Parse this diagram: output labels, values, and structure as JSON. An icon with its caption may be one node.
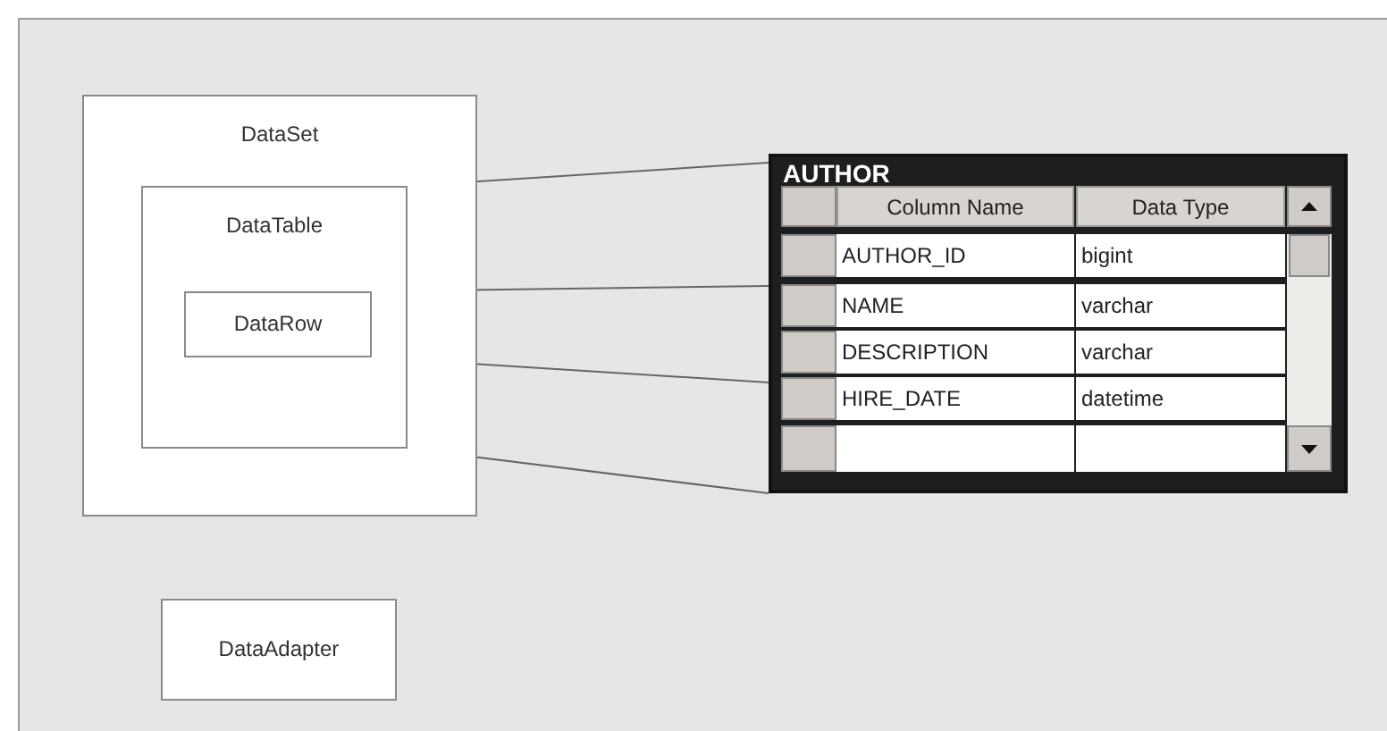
{
  "diagram": {
    "nodes": [
      {
        "text": [
          "DataSet"
        ]
      },
      {
        "text": [
          "DataTable"
        ],
        "in": 0
      },
      {
        "text": [
          "DataRow"
        ],
        "in": 1
      },
      {
        "text": [
          "AUTHOR"
        ]
      },
      {
        "text": [
          "DataAdapter"
        ]
      }
    ],
    "edges": [
      {
        "from": 1,
        "to": 3,
        "arrow": "none"
      },
      {
        "from": 2,
        "to": 3,
        "arrow": "none"
      },
      {
        "from": 2,
        "to": 3,
        "arrow": "none"
      },
      {
        "from": 1,
        "to": 3,
        "arrow": "none"
      }
    ],
    "labels": [
      "Column Name",
      "Data Type",
      "AUTHOR_ID",
      "bigint",
      "NAME",
      "varchar",
      "DESCRIPTION",
      "varchar",
      "HIRE_DATE",
      "datetime"
    ]
  }
}
